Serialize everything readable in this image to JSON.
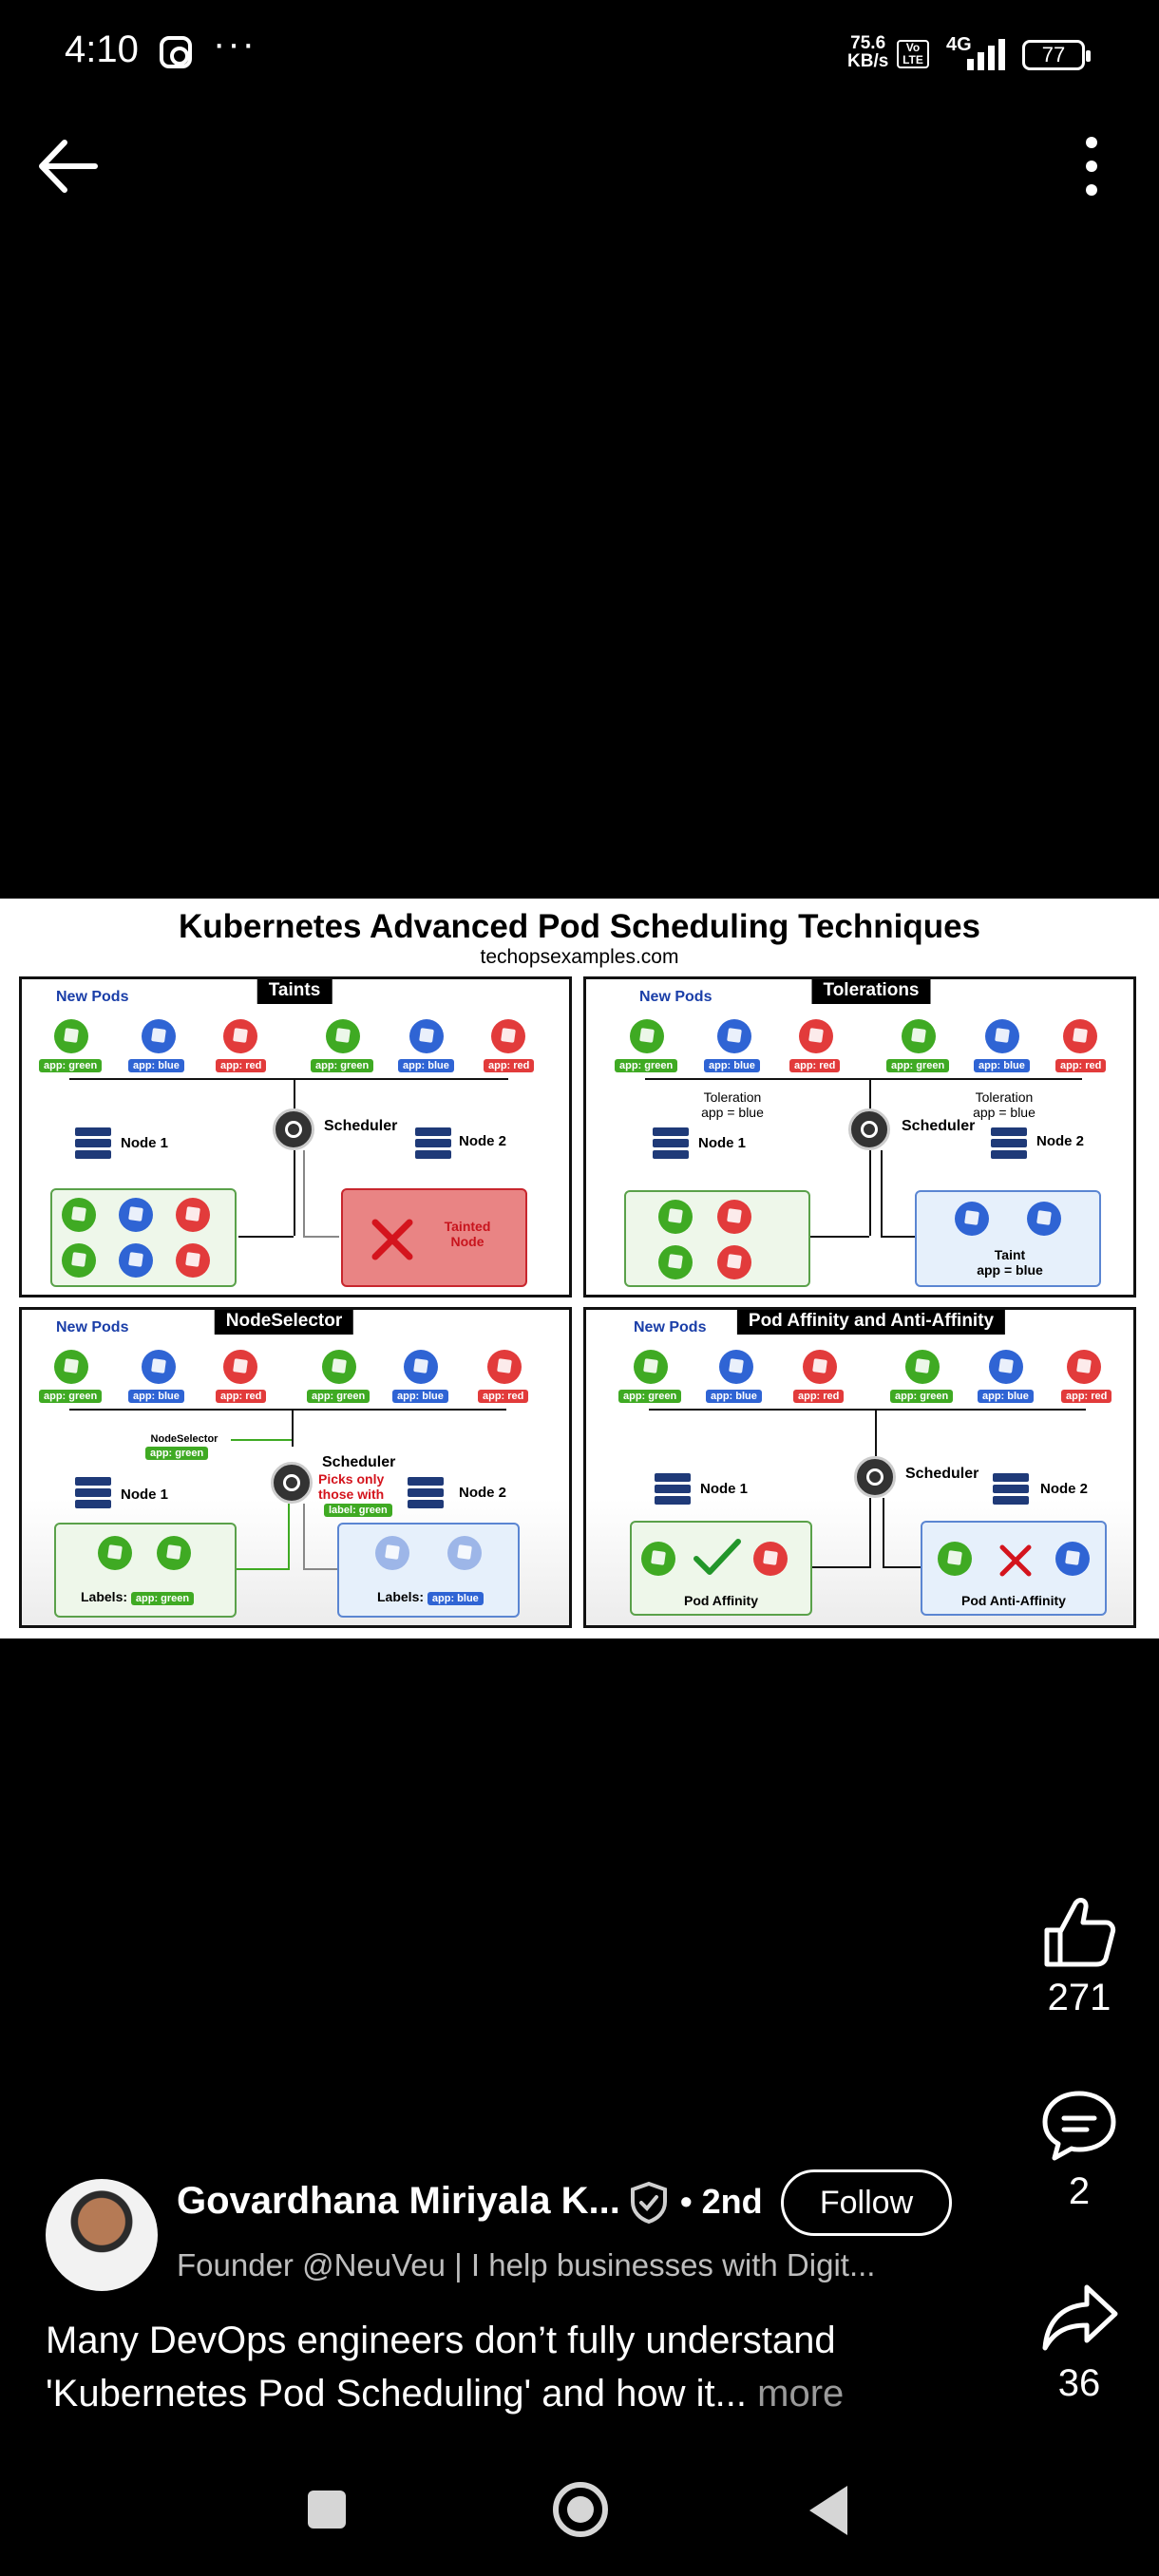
{
  "status_bar": {
    "time": "4:10",
    "speed_value": "75.6",
    "speed_unit": "KB/s",
    "volte_top": "Vo",
    "volte_bottom": "LTE",
    "network": "4G",
    "battery": "77",
    "icons": [
      "instagram-icon",
      "more-dots-icon",
      "signal-icon",
      "battery-icon"
    ]
  },
  "top_bar": {
    "back_icon": "arrow-left-icon",
    "menu_icon": "more-vertical-icon"
  },
  "infographic": {
    "title": "Kubernetes Advanced Pod Scheduling Techniques",
    "subtitle": "techopsexamples.com",
    "common": {
      "new_pods": "New Pods",
      "scheduler": "Scheduler",
      "node1": "Node 1",
      "node2": "Node 2",
      "app_green": "app: green",
      "app_blue": "app: blue",
      "app_red": "app: red"
    },
    "taints": {
      "title": "Taints",
      "tainted_line1": "Tainted",
      "tainted_line2": "Node"
    },
    "tolerations": {
      "title": "Tolerations",
      "toleration_line1": "Toleration",
      "toleration_line2": "app = blue",
      "taint_line1": "Taint",
      "taint_line2": "app = blue"
    },
    "nodeselector": {
      "title": "NodeSelector",
      "selector_label": "NodeSelector",
      "selector_value": "app: green",
      "picks_line1": "Picks only",
      "picks_line2": "those with",
      "picks_label": "label: green",
      "labels_text": "Labels:",
      "labels_green": "app: green",
      "labels_blue": "app: blue"
    },
    "affinity": {
      "title": "Pod Affinity and Anti-Affinity",
      "pod_affinity": "Pod Affinity",
      "pod_anti_affinity": "Pod Anti-Affinity"
    }
  },
  "actions": {
    "likes": "271",
    "comments": "2",
    "shares": "36"
  },
  "post": {
    "author": "Govardhana Miriyala K...",
    "degree": "• 2nd",
    "follow_label": "Follow",
    "headline": "Founder @NeuVeu | I help businesses with Digit...",
    "caption_line1": "Many DevOps engineers don’t fully understand",
    "caption_line2": "'Kubernetes Pod Scheduling' and how it...",
    "more_label": "more"
  }
}
